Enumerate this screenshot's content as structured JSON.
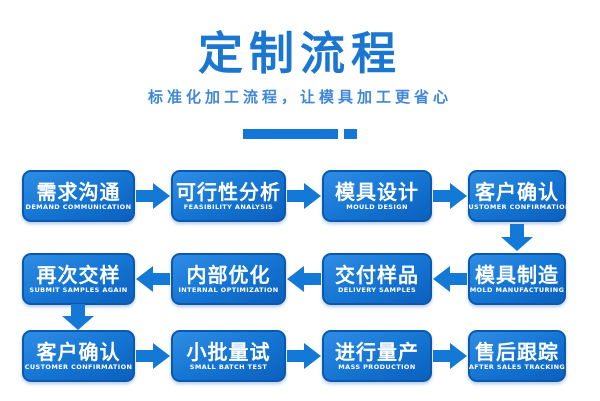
{
  "header": {
    "title": "定制流程",
    "subtitle": "标准化加工流程，让模具加工更省心"
  },
  "colors": {
    "title_blue": "#1b76d2",
    "subtitle_blue": "#3f87d8",
    "box_fill_top": "#2f8de4",
    "box_fill_bottom": "#0c60bd",
    "box_border": "#0a58b0",
    "arrow_blue": "#1478d6",
    "text_white": "#ffffff",
    "background": "#ffffff"
  },
  "flow": {
    "rows": [
      {
        "direction": "right",
        "steps": [
          {
            "zh": "需求沟通",
            "en": "DEMAND COMMUNICATION"
          },
          {
            "zh": "可行性分析",
            "en": "FEASIBILITY ANALYSIS"
          },
          {
            "zh": "模具设计",
            "en": "MOULD DESIGN"
          },
          {
            "zh": "客户确认",
            "en": "CUSTOMER CONFIRMATION"
          }
        ]
      },
      {
        "direction": "left",
        "steps": [
          {
            "zh": "再次交样",
            "en": "SUBMIT SAMPLES AGAIN"
          },
          {
            "zh": "内部优化",
            "en": "INTERNAL OPTIMIZATION"
          },
          {
            "zh": "交付样品",
            "en": "DELIVERY SAMPLES"
          },
          {
            "zh": "模具制造",
            "en": "MOLD MANUFACTURING"
          }
        ]
      },
      {
        "direction": "right",
        "steps": [
          {
            "zh": "客户确认",
            "en": "CUSTOMER CONFIRMATION"
          },
          {
            "zh": "小批量试",
            "en": "SMALL BATCH TEST"
          },
          {
            "zh": "进行量产",
            "en": "MASS PRODUCTION"
          },
          {
            "zh": "售后跟踪",
            "en": "AFTER SALES TRACKING"
          }
        ]
      }
    ]
  }
}
